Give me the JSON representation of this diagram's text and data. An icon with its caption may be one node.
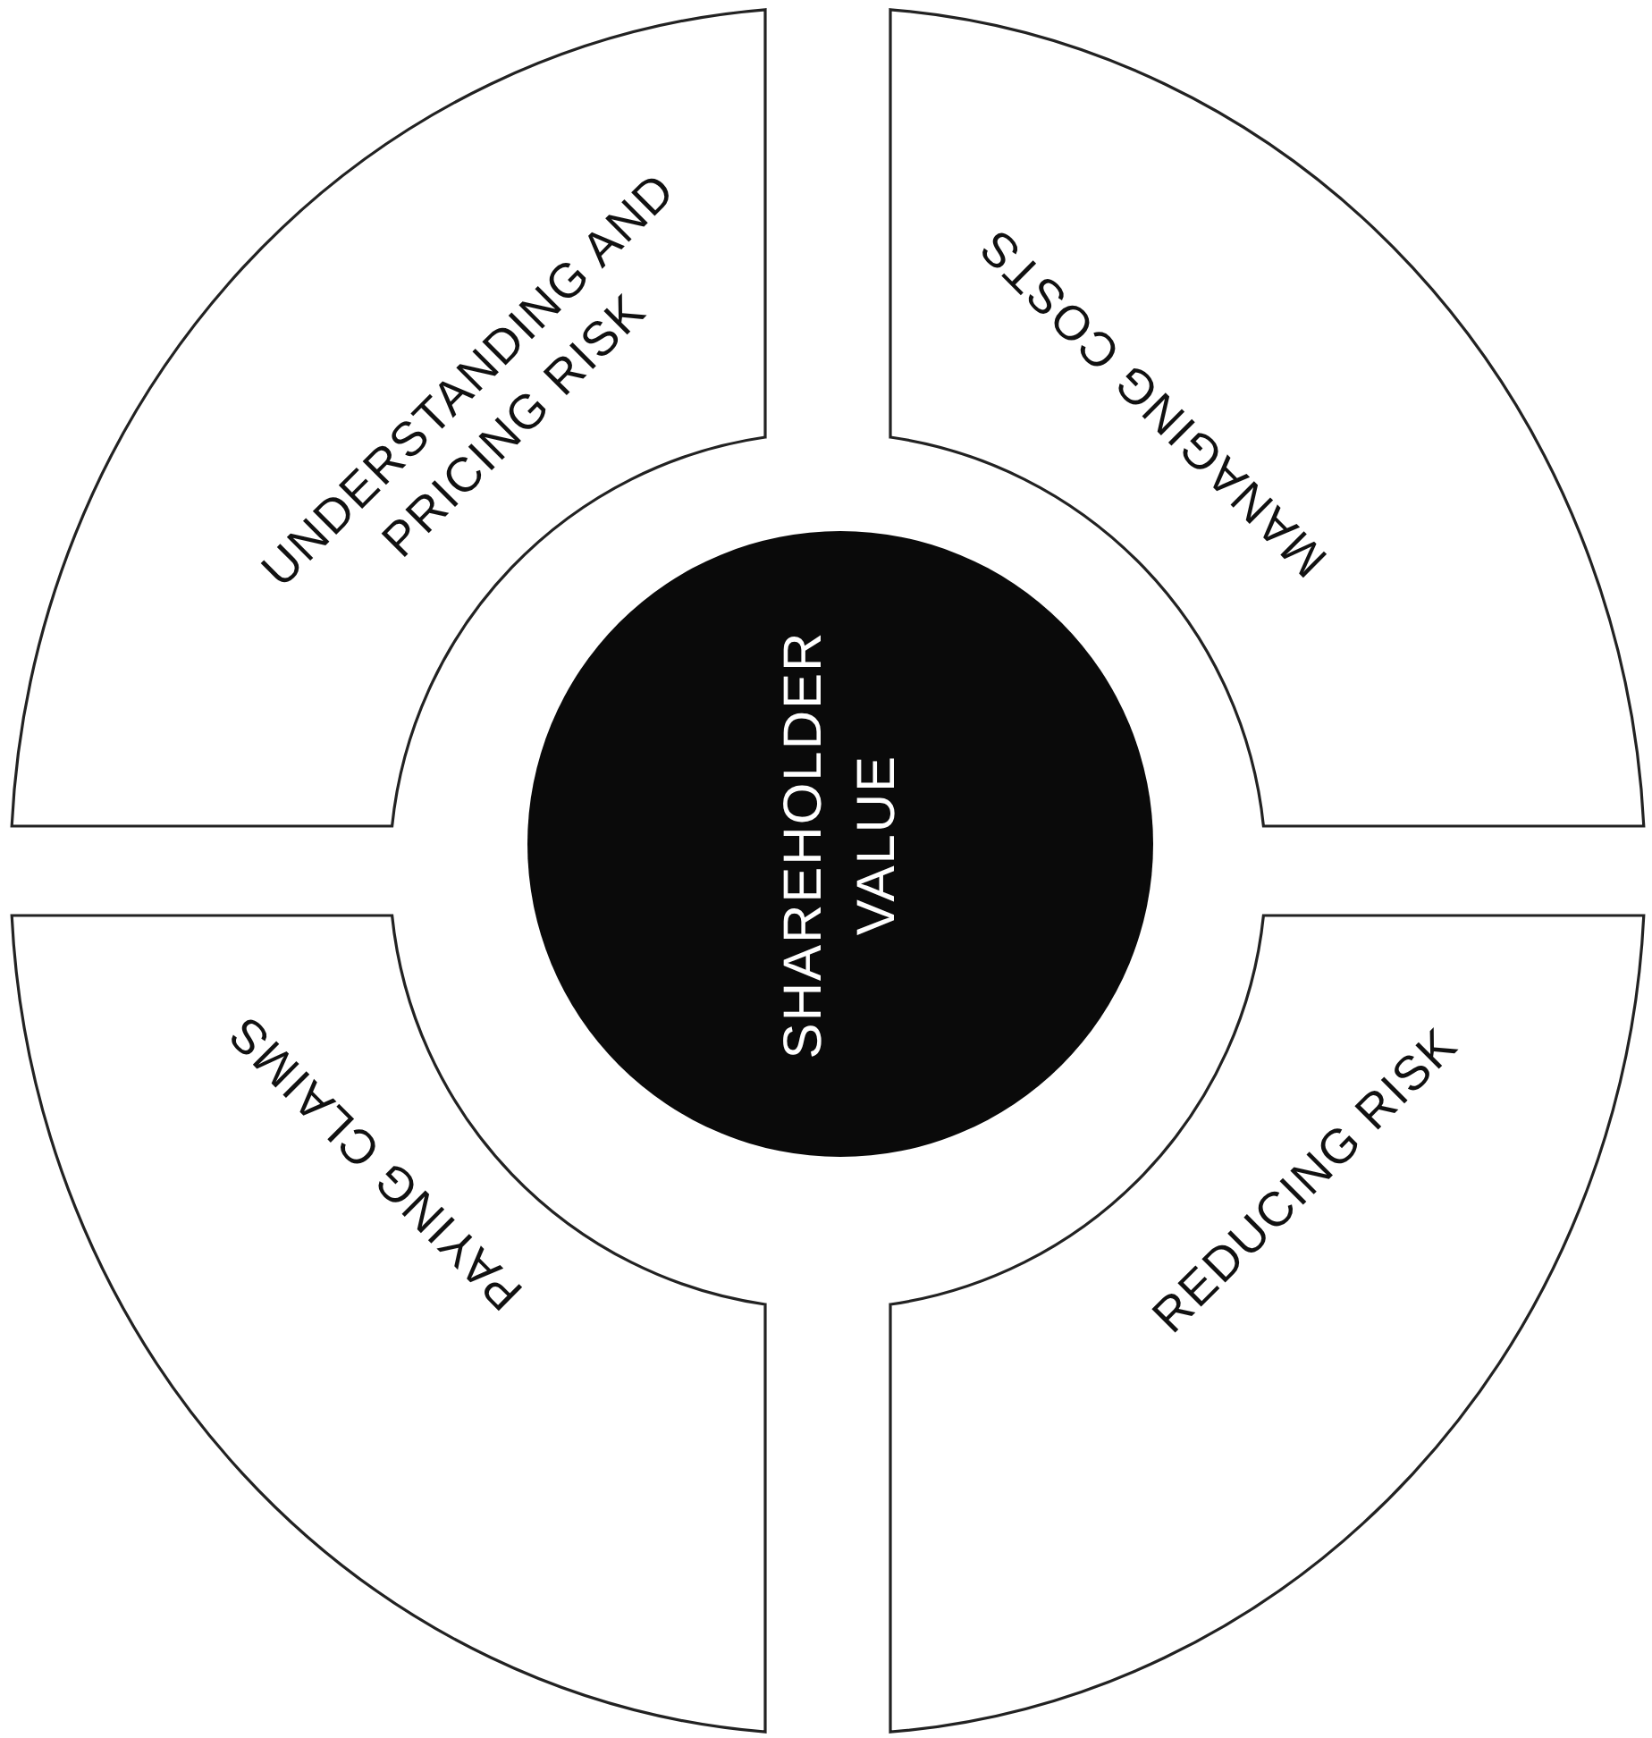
{
  "diagram": {
    "nodes": [
      {
        "text": [
          "UNDERSTANDING AND PRICING RISK"
        ]
      },
      {
        "text": [
          "MANAGING COSTS"
        ]
      },
      {
        "text": [
          "SHAREHOLDER VALUE"
        ]
      },
      {
        "text": [
          "PAYING CLAIMS"
        ]
      },
      {
        "text": [
          "REDUCING RISK"
        ]
      }
    ]
  }
}
